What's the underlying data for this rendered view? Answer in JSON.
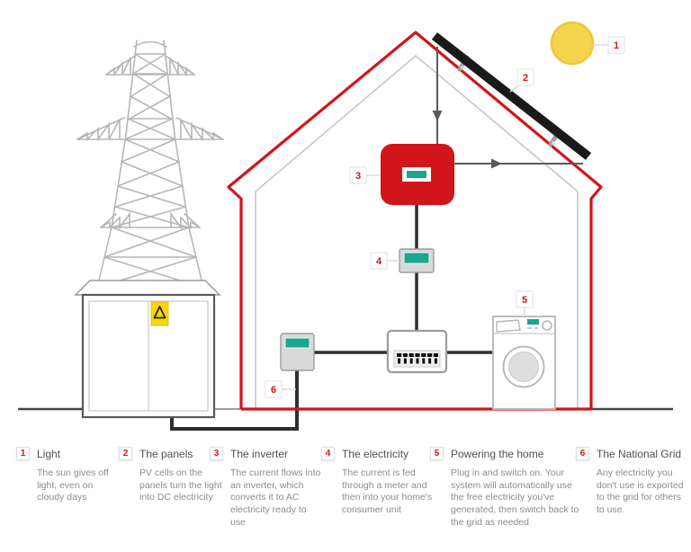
{
  "colors": {
    "accent_red": "#d2141b",
    "display_teal": "#19a78e",
    "sun_fill": "#f6d34d",
    "sun_stroke": "#eec73a",
    "panel_black": "#1a1a1a",
    "cable_dark": "#2f2f2f",
    "arrow_gray": "#5a5a5a",
    "outline_light": "#bcbcbc",
    "pylon_gray": "#b6b6b6"
  },
  "diagram": {
    "marker1": "1",
    "marker2": "2",
    "marker3": "3",
    "marker4": "4",
    "marker5": "5",
    "marker6": "6"
  },
  "steps": [
    {
      "num": "1",
      "title": "Light",
      "body": "The sun gives off light, even on cloudy days"
    },
    {
      "num": "2",
      "title": "The panels",
      "body": "PV cells on the panels turn the light into DC electricity"
    },
    {
      "num": "3",
      "title": "The inverter",
      "body": "The current flows into an inverter, which converts it to AC electricity ready to use"
    },
    {
      "num": "4",
      "title": "The electricity",
      "body": "The current is fed through a meter and then into your home's consumer unit"
    },
    {
      "num": "5",
      "title": "Powering the home",
      "body": "Plug in and switch on. Your system will automatically use the free electricity you've generated, then switch back to the grid as needed"
    },
    {
      "num": "6",
      "title": "The National Grid",
      "body": "Any electricity you don't use is exported to the grid for others to use."
    }
  ]
}
